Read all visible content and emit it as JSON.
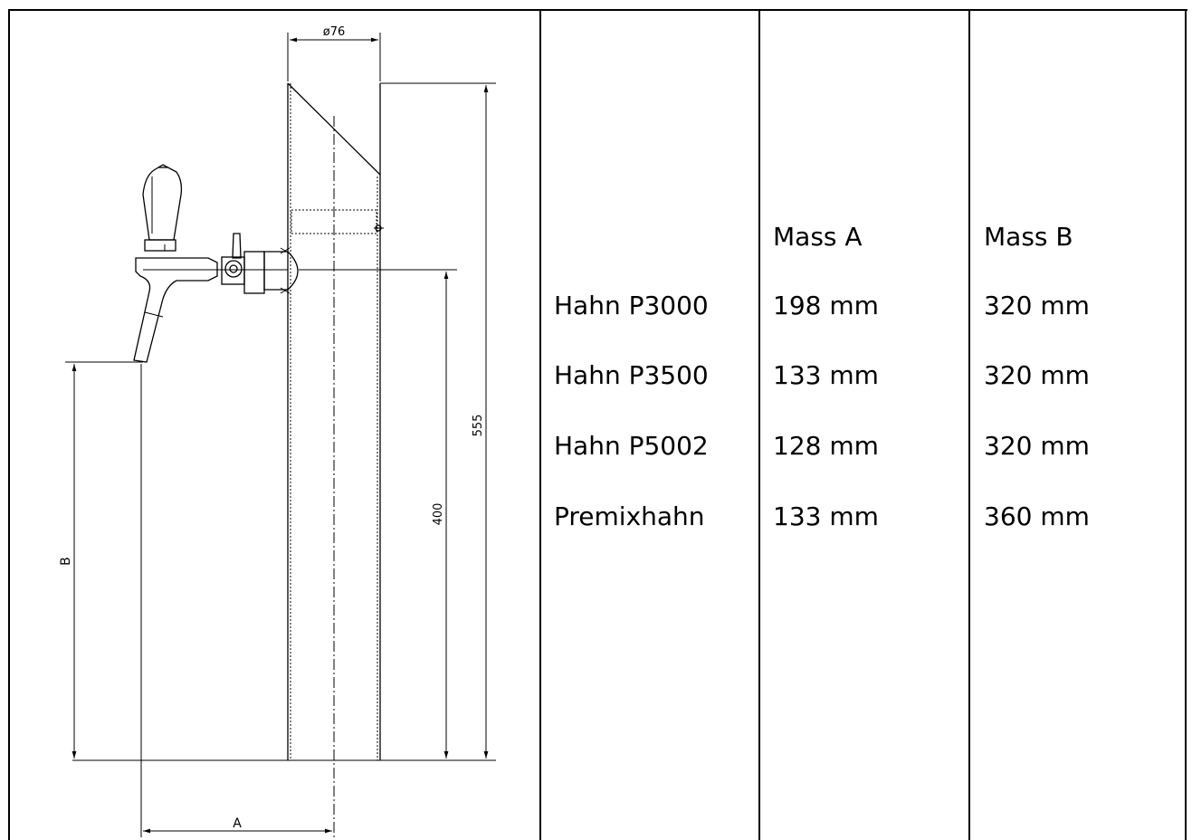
{
  "drawing": {
    "dim_diameter": "ø76",
    "dim_total_height": "555",
    "dim_tap_height": "400",
    "dim_b": "B",
    "dim_a": "A"
  },
  "table": {
    "headers": [
      "",
      "Mass A",
      "Mass B"
    ],
    "rows": [
      {
        "name": "Hahn P3000",
        "a": "198 mm",
        "b": "320 mm"
      },
      {
        "name": "Hahn P3500",
        "a": "133 mm",
        "b": "320 mm"
      },
      {
        "name": "Hahn P5002",
        "a": "128 mm",
        "b": "320 mm"
      },
      {
        "name": "Premixhahn",
        "a": "133 mm",
        "b": "360 mm"
      }
    ]
  }
}
